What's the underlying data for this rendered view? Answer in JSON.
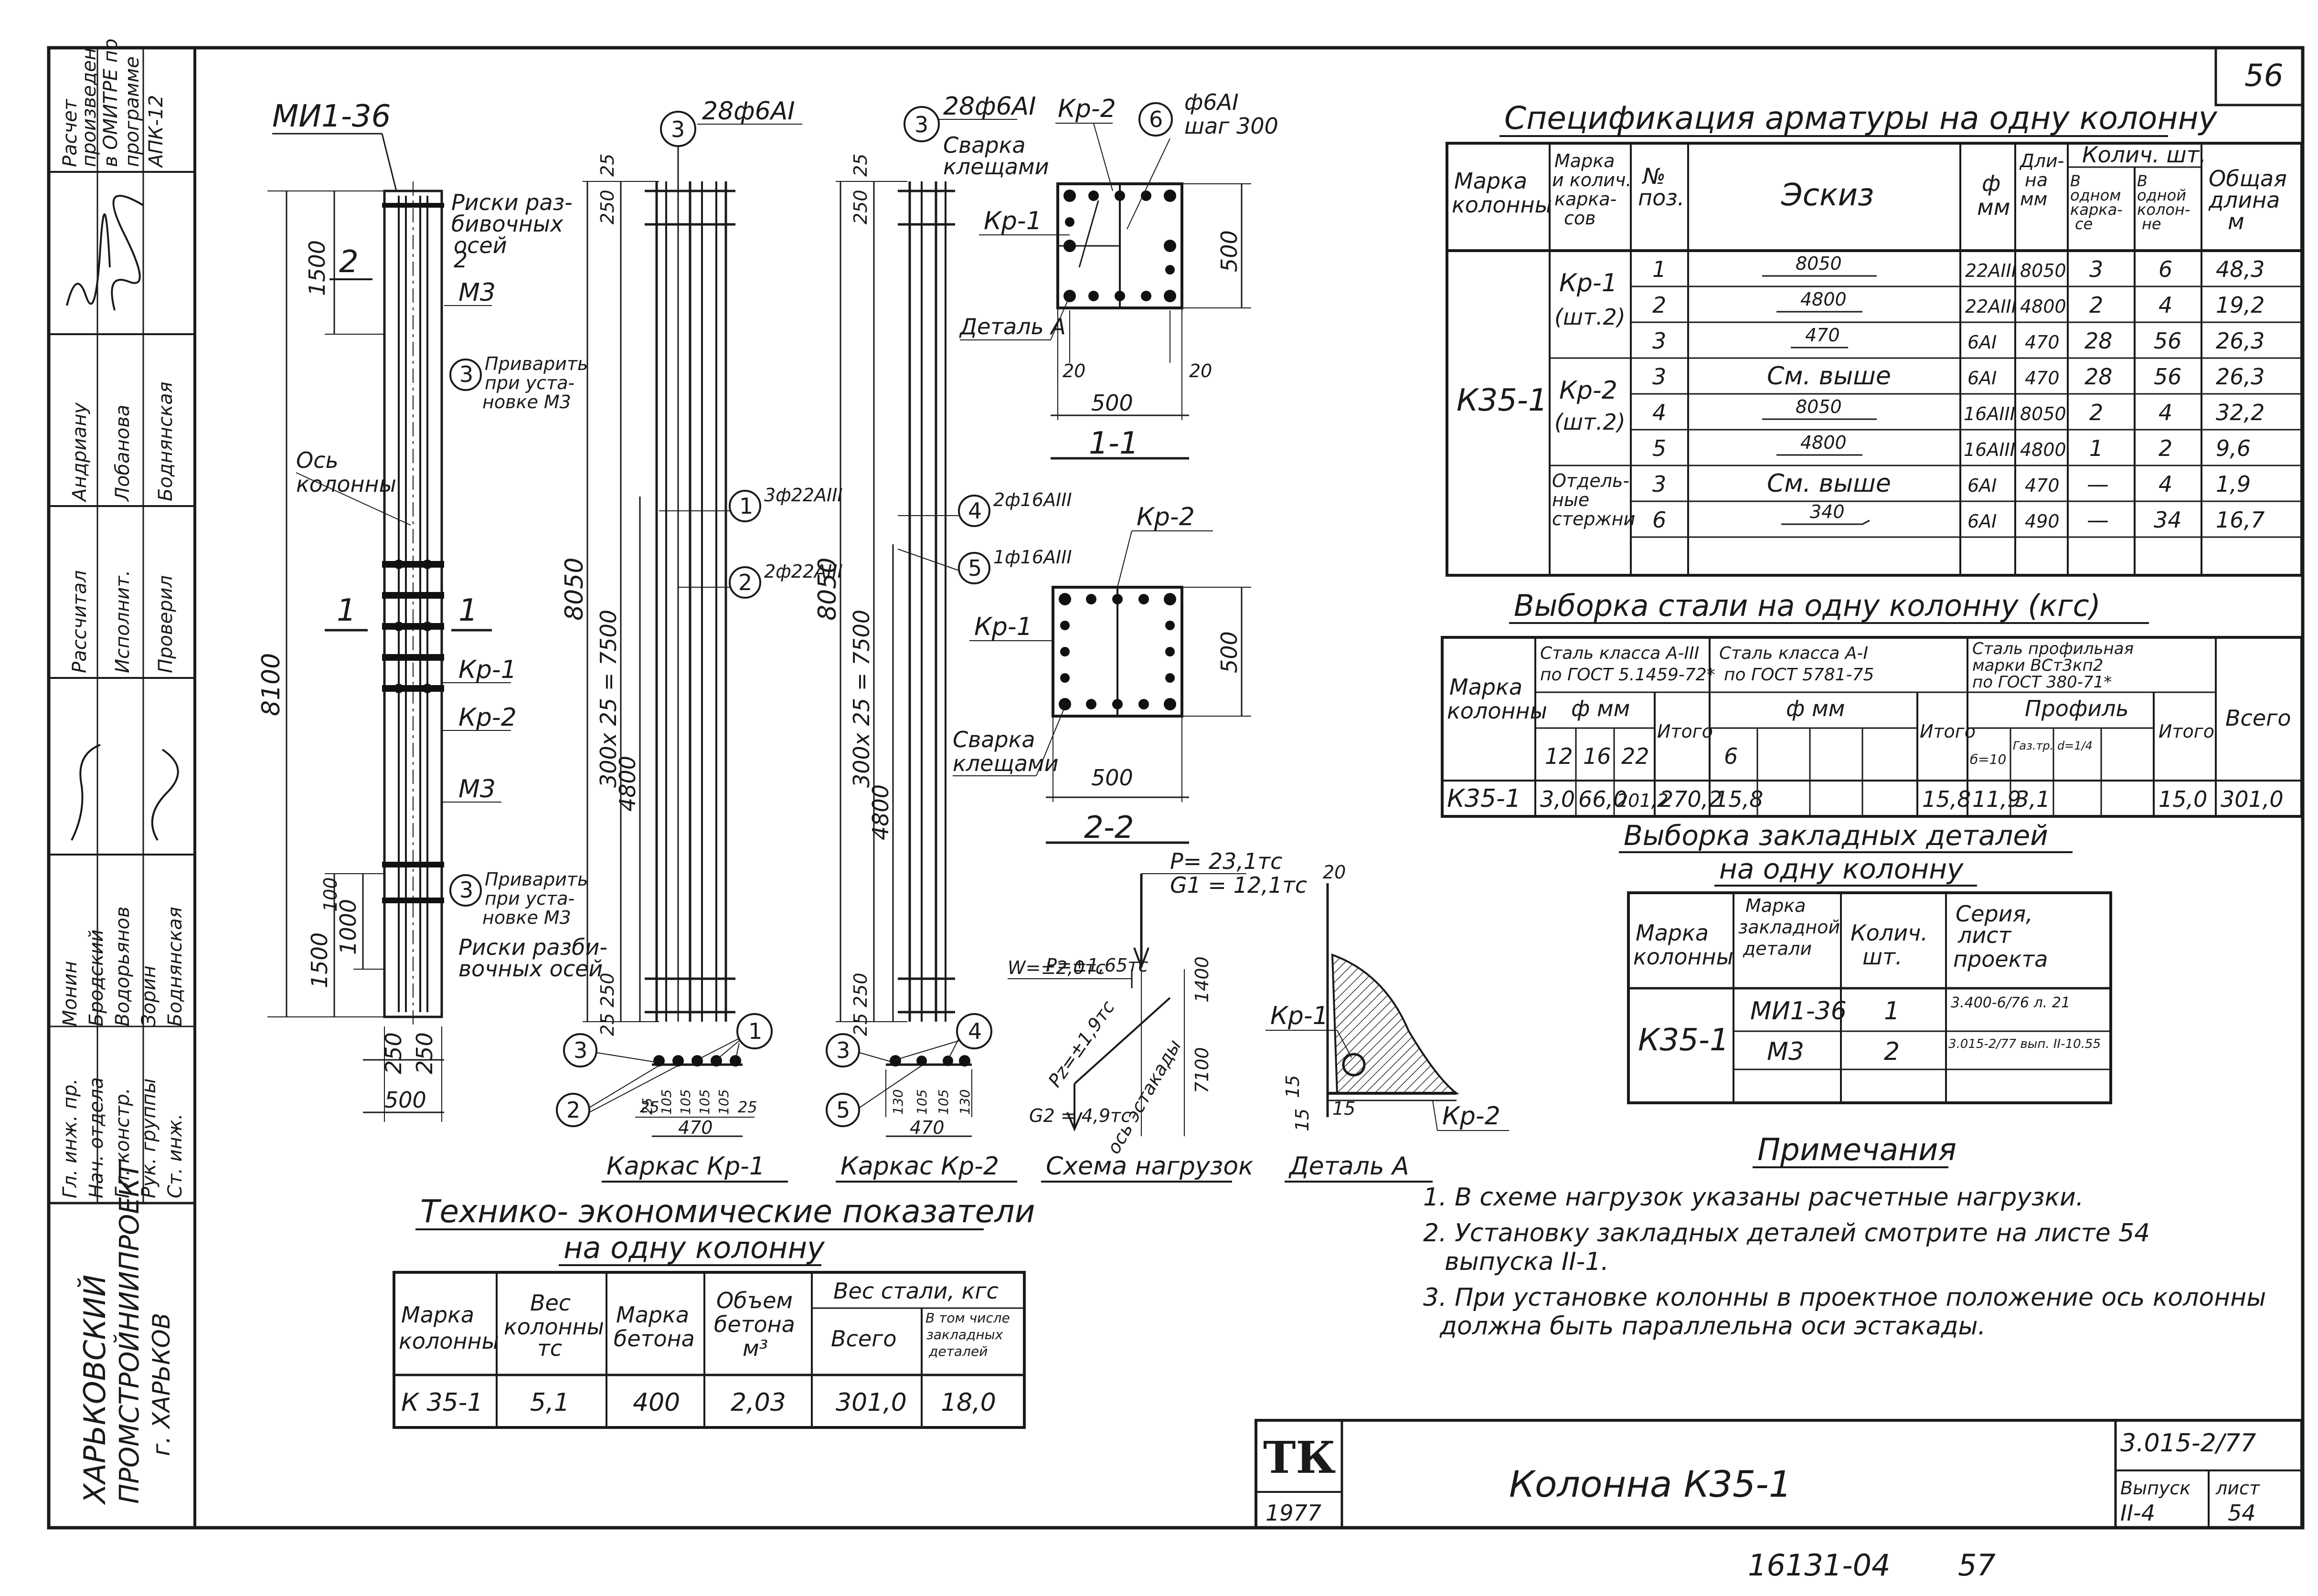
{
  "sheet": {
    "number": "56",
    "footer_code": "16131-04",
    "footer_page": "57"
  },
  "stamp": {
    "logo": "ТК",
    "year": "1977",
    "title": "Колонна К35-1",
    "series": "3.015-2/77",
    "issue_label": "Выпуск",
    "issue": "II-4",
    "sheet_label": "лист",
    "sheet_no": "54"
  },
  "left_strip": {
    "note": [
      "Расчет",
      "произведен",
      "в ОМИТРЕ по",
      "программе",
      "АПК-12"
    ],
    "sig1": [
      "Андриану",
      "Лобанова",
      "Боднянская"
    ],
    "sig2": [
      "Рассчитал",
      "Исполнит.",
      "Проверил"
    ],
    "sig3": [
      "Монин",
      "Бродский",
      "Водорьянов",
      "Зорин",
      "Боднянская"
    ],
    "sig4": [
      "Гл. инж. пр.",
      "Нач. отдела",
      "Гл. констр.",
      "Рук. группы",
      "Ст. инж."
    ],
    "org": [
      "ХАРЬКОВСКИЙ",
      "ПРОМСТРОЙНИИПРОЕКТ",
      "г. ХАРЬКОВ"
    ]
  },
  "drawing": {
    "col_label": "МИ1-36",
    "riski_top": "Риски раз-",
    "riski_top2": "бивочных",
    "riski_top3": "осей",
    "riski_bot": "Риски разби-",
    "riski_bot2": "вочных осей",
    "privarit": "Приварить",
    "privarit2": "при уста-",
    "privarit3": "новке М3",
    "os1": "Ось",
    "os2": "колонны",
    "m3": "М3",
    "kr1": "Кр-1",
    "kr2": "Кр-2",
    "dim_8100": "8100",
    "dim_1500": "1500",
    "dim_1000": "1000",
    "dim_100": "100",
    "dim_250": "250",
    "dim_500": "500",
    "mark_1": "1",
    "mark_2": "2",
    "rebar_28": "28ф6AI",
    "rebar_3_22": "3ф22AIII",
    "rebar_2_22": "2ф22AIII",
    "rebar_2_16": "2ф16AIII",
    "rebar_1_16": "1ф16AIII",
    "dim_8050": "8050",
    "dim_7500": "300x 25 = 7500",
    "dim_4800": "4800",
    "dim_25": "25",
    "svarka": "Сварка",
    "kleshami": "клещами",
    "f6": "ф6AI",
    "shag": "шаг 300",
    "detail_a": "Деталь А",
    "sec11": "1-1",
    "sec22": "2-2",
    "dim_20": "20",
    "kark1": "Каркас Кр-1",
    "kark2": "Каркас Кр-2",
    "dim_470": "470",
    "dims_small": "25 105 105 105 105 25",
    "dims_small2": "130 105 105 130",
    "load_p": "P= 23,1тс",
    "load_g1": "G1 = 12,1тс",
    "load_w": "W=±2,0тс",
    "load_p2": "P=±1,65тс",
    "load_pz": "Pz=±1,9тс",
    "load_g2": "G2 = 4,9тс",
    "os_est": "ось эстакады",
    "dim_1400": "1400",
    "dim_7100": "7100",
    "scheme": "Схема нагрузок",
    "detail_title": "Деталь А",
    "dim_15": "15"
  },
  "spec": {
    "title": "Спецификация арматуры на одну колонну",
    "headers": [
      "Марка колонны",
      "Марка и колич. карка-сов",
      "№ поз.",
      "Эскиз",
      "ф мм",
      "Дли-на мм",
      "В одном карка-се",
      "В одной колон-не",
      "Общая длина м"
    ],
    "qty_header": "Колич. шт.",
    "column_mark": "К35-1",
    "groups": [
      {
        "name": "Кр-1",
        "qty": "(шт.2)"
      },
      {
        "name": "Кр-2",
        "qty": "(шт.2)"
      },
      {
        "name": "Отдель-ные стержни",
        "qty": ""
      }
    ],
    "rows": [
      [
        "1",
        "8050",
        "22AIII",
        "8050",
        "3",
        "6",
        "48,3"
      ],
      [
        "2",
        "4800",
        "22AIII",
        "4800",
        "2",
        "4",
        "19,2"
      ],
      [
        "3",
        "470",
        "6AI",
        "470",
        "28",
        "56",
        "26,3"
      ],
      [
        "3",
        "См. выше",
        "6AI",
        "470",
        "28",
        "56",
        "26,3"
      ],
      [
        "4",
        "8050",
        "16AIII",
        "8050",
        "2",
        "4",
        "32,2"
      ],
      [
        "5",
        "4800",
        "16AIII",
        "4800",
        "1",
        "2",
        "9,6"
      ],
      [
        "3",
        "См. выше",
        "6AI",
        "470",
        "—",
        "4",
        "1,9"
      ],
      [
        "6",
        "340",
        "6AI",
        "490",
        "—",
        "34",
        "16,7"
      ]
    ]
  },
  "steel": {
    "title": "Выборка стали на одну колонну (кгс)",
    "h_mark": "Марка колонны",
    "h_a3": "Сталь класса А-III по ГОСТ 5.1459-72*",
    "h_a1": "Сталь класса А-I по ГОСТ 5781-75",
    "h_prof": "Сталь профильная марки ВСт3кп2 по ГОСТ 380-71*",
    "h_fmm": "ф мм",
    "h_itogo": "Итого",
    "h_total": "Всего",
    "h_profil": "Профиль",
    "h_d10": "б=10",
    "h_gaz": "Газ.тр. d=1/4",
    "d_12": "12",
    "d_16": "16",
    "d_22": "22",
    "d_6": "6",
    "row": [
      "К35-1",
      "3,0",
      "66,0",
      "201,2",
      "270,2",
      "15,8",
      "15,8",
      "11,9",
      "3,1",
      "15,0",
      "301,0"
    ]
  },
  "embed": {
    "title1": "Выборка закладных деталей",
    "title2": "на одну колонну",
    "headers": [
      "Марка колонны",
      "Марка закладной детали",
      "Колич. шт.",
      "Серия, лист проекта"
    ],
    "mark": "К35-1",
    "rows": [
      [
        "МИ1-36",
        "1",
        "3.400-6/76 л. 21"
      ],
      [
        "М3",
        "2",
        "3.015-2/77 вып. II-10.55"
      ]
    ]
  },
  "notes": {
    "title": "Примечания",
    "items": [
      "1. В схеме нагрузок указаны расчетные нагрузки.",
      "2. Установку закладных деталей смотрите на листе 54",
      "выпуска II-1.",
      "3. При установке колонны в проектное положение ось колонны",
      "должна быть параллельна оси эстакады."
    ]
  },
  "tep": {
    "title1": "Технико- экономические показатели",
    "title2": "на одну колонну",
    "headers": [
      "Марка колонны",
      "Вес колонны тс",
      "Марка бетона",
      "Объем бетона м3",
      "Вес стали, кгс",
      "Всего",
      "В том числе закладных деталей"
    ],
    "row": [
      "К 35-1",
      "5,1",
      "400",
      "2,03",
      "301,0",
      "18,0"
    ]
  }
}
